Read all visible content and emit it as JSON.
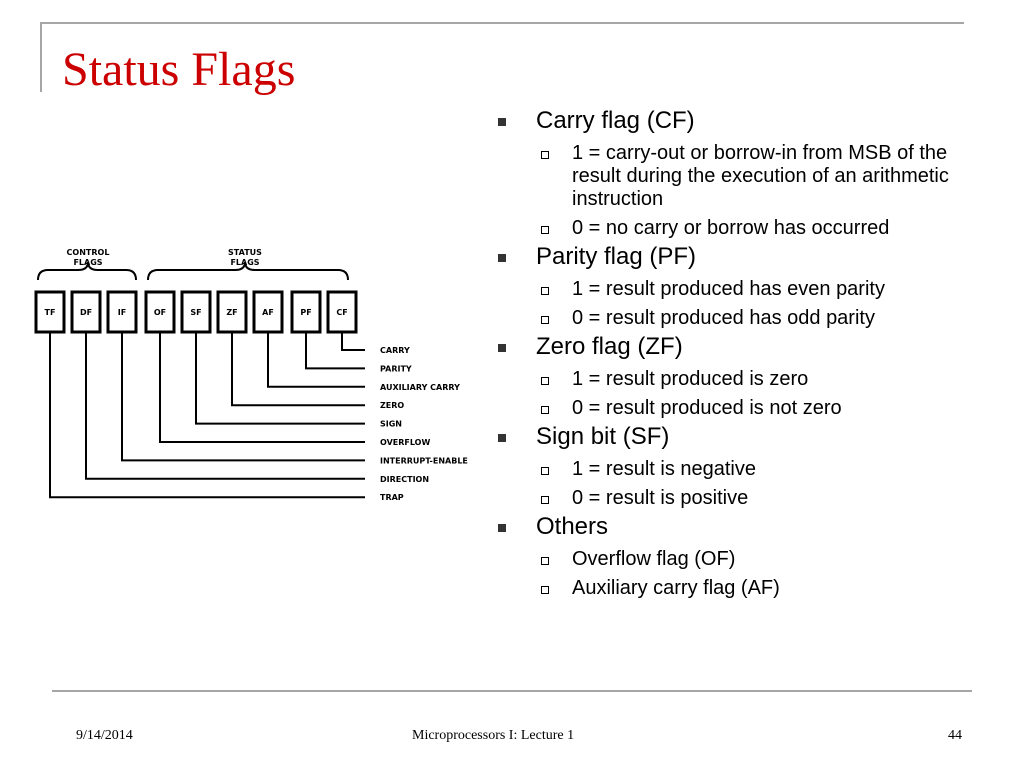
{
  "slide": {
    "title": "Status Flags",
    "footer": {
      "date": "9/14/2014",
      "center": "Microprocessors I:  Lecture 1",
      "page": "44"
    }
  },
  "diagram": {
    "groups": {
      "control": [
        "CONTROL",
        "FLAGS"
      ],
      "status": [
        "STATUS",
        "FLAGS"
      ]
    },
    "flags": [
      "TF",
      "DF",
      "IF",
      "OF",
      "SF",
      "ZF",
      "AF",
      "PF",
      "CF"
    ],
    "labels": [
      "CARRY",
      "PARITY",
      "AUXILIARY CARRY",
      "ZERO",
      "SIGN",
      "OVERFLOW",
      "INTERRUPT-ENABLE",
      "DIRECTION",
      "TRAP"
    ]
  },
  "bullets": [
    {
      "text": "Carry flag (CF)",
      "sub": [
        "1 = carry-out or borrow-in from MSB of the result during the execution of an arithmetic instruction",
        "0 = no carry or borrow has occurred"
      ]
    },
    {
      "text": "Parity flag (PF)",
      "sub": [
        "1 = result produced has even parity",
        "0 = result produced has odd parity"
      ]
    },
    {
      "text": "Zero flag (ZF)",
      "sub": [
        "1 = result produced is zero",
        "0 = result produced is not zero"
      ]
    },
    {
      "text": "Sign bit (SF)",
      "sub": [
        "1 = result is negative",
        "0 = result is positive"
      ]
    },
    {
      "text": "Others",
      "sub": [
        "Overflow flag (OF)",
        "Auxiliary carry flag (AF)"
      ]
    }
  ]
}
